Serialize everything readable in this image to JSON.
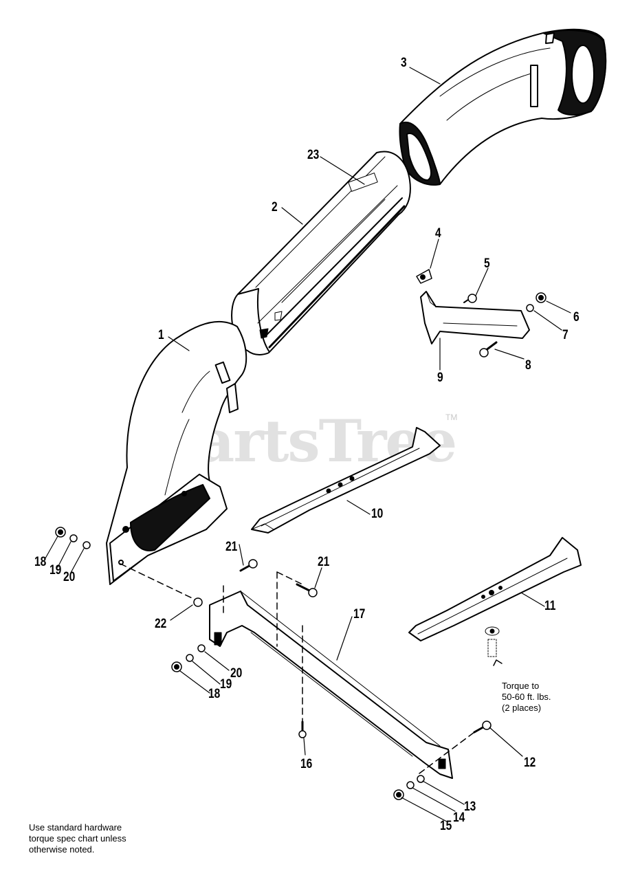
{
  "watermark": {
    "text": "PartsTree",
    "tm": "TM"
  },
  "callouts": {
    "c1": "1",
    "c2": "2",
    "c3": "3",
    "c4": "4",
    "c5": "5",
    "c6": "6",
    "c7": "7",
    "c8": "8",
    "c9": "9",
    "c10": "10",
    "c11": "11",
    "c12": "12",
    "c13": "13",
    "c14": "14",
    "c15": "15",
    "c16": "16",
    "c17": "17",
    "c18a": "18",
    "c19a": "19",
    "c20a": "20",
    "c18b": "18",
    "c19b": "19",
    "c20b": "20",
    "c21a": "21",
    "c21b": "21",
    "c22": "22",
    "c23": "23"
  },
  "notes": {
    "torque": [
      "Torque to",
      "50-60 ft. lbs.",
      "(2 places)"
    ],
    "footer": [
      "Use standard hardware",
      "torque spec chart unless",
      "otherwise noted."
    ]
  },
  "colors": {
    "line": "#000000",
    "fill": "#ffffff",
    "shade": "#111111",
    "watermark": "#c9c9c9"
  }
}
